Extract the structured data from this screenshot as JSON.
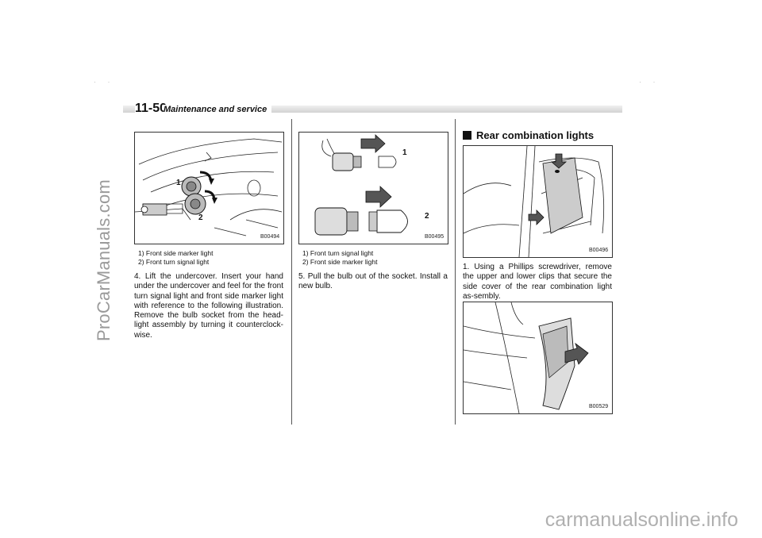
{
  "watermarks": {
    "side": "ProCarManuals.com",
    "bottom": "carmanualsonline.info"
  },
  "header": {
    "page_number": "11-50",
    "section_title": "Maintenance and service"
  },
  "col1": {
    "figure": {
      "code": "B00494",
      "label_1": "1",
      "label_2": "2"
    },
    "captions": [
      "1)  Front side marker light",
      "2)  Front turn signal light"
    ],
    "body": "4. Lift the undercover. Insert your hand under the undercover and feel for the front turn signal light and front side marker light with reference to the following illustration. Remove the bulb socket from the head-light assembly by turning it counterclock-wise."
  },
  "col2": {
    "figure": {
      "code": "B00495",
      "label_1": "1",
      "label_2": "2"
    },
    "captions": [
      "1)  Front turn signal light",
      "2)  Front side marker light"
    ],
    "body": "5.  Pull the bulb out of the socket. Install a new bulb."
  },
  "col3": {
    "heading": "Rear combination lights",
    "figure_top": {
      "code": "B00496"
    },
    "body": "1. Using a Phillips screwdriver, remove the upper and lower clips that secure the side cover of the rear combination light as-sembly.",
    "figure_bottom": {
      "code": "B00529"
    }
  },
  "crop_marks": {
    "left": "· ·",
    "right": "· ·"
  }
}
